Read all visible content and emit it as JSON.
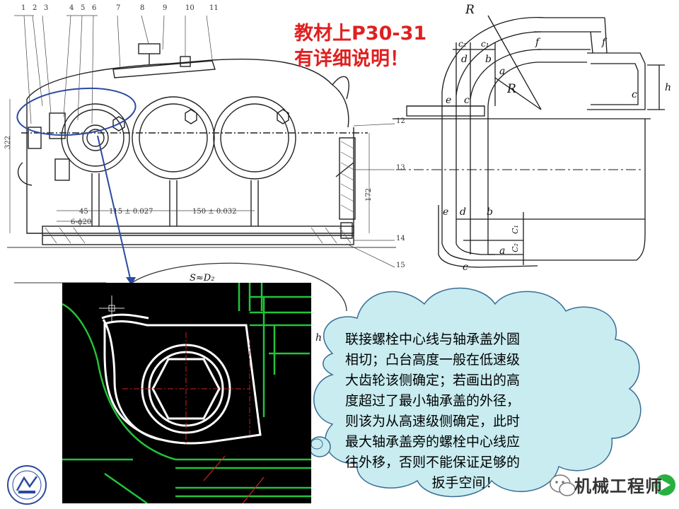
{
  "note": {
    "line1": "教材上P30-31",
    "line2": "有详细说明！"
  },
  "callout": {
    "lines": [
      "联接螺栓中心线与轴承盖外圆",
      "相切；凸台高度一般在低速级",
      "大齿轮该侧确定；若画出的高",
      "度超过了最小轴承盖的外径，",
      "则该为从高速级侧确定，此时",
      "最大轴承盖旁的螺栓中心线应",
      "往外移，否则不能保证足够的",
      "扳手空间！"
    ]
  },
  "drawing_labels": {
    "top_numbers": [
      "1",
      "2",
      "3",
      "4",
      "5",
      "6",
      "7",
      "8",
      "9",
      "10",
      "11"
    ],
    "right_numbers": [
      "12",
      "13",
      "14",
      "15"
    ],
    "dim_322": "322",
    "dim_172": "172",
    "dim_45": "45",
    "dim_115": "115 ± 0.027",
    "dim_150": "150 ± 0.032",
    "dim_6phi20": "6-ϕ20",
    "formula": "S≈D₂",
    "h_label": "h"
  },
  "detail_labels": {
    "R": "R",
    "R2": "R",
    "c2": "c₂",
    "c1": "c₁",
    "f1": "f",
    "f2": "f",
    "d1": "d",
    "b1": "b",
    "a1": "a",
    "e1": "e",
    "c": "c",
    "c_right": "c",
    "h": "h",
    "e2": "e",
    "d2": "d",
    "b2": "b",
    "C1_v": "C₁",
    "C2_v": "C₂",
    "a2": "a",
    "c_bottom": "c"
  },
  "brand": {
    "label": "机械工程师"
  },
  "colors": {
    "note_red": "#e02020",
    "cloud_fill": "#c8ecf0",
    "cloud_stroke": "#3a6e96",
    "cad_green": "#22c43a",
    "cad_white": "#ffffff",
    "ellipse_blue": "#2a4aa0"
  }
}
